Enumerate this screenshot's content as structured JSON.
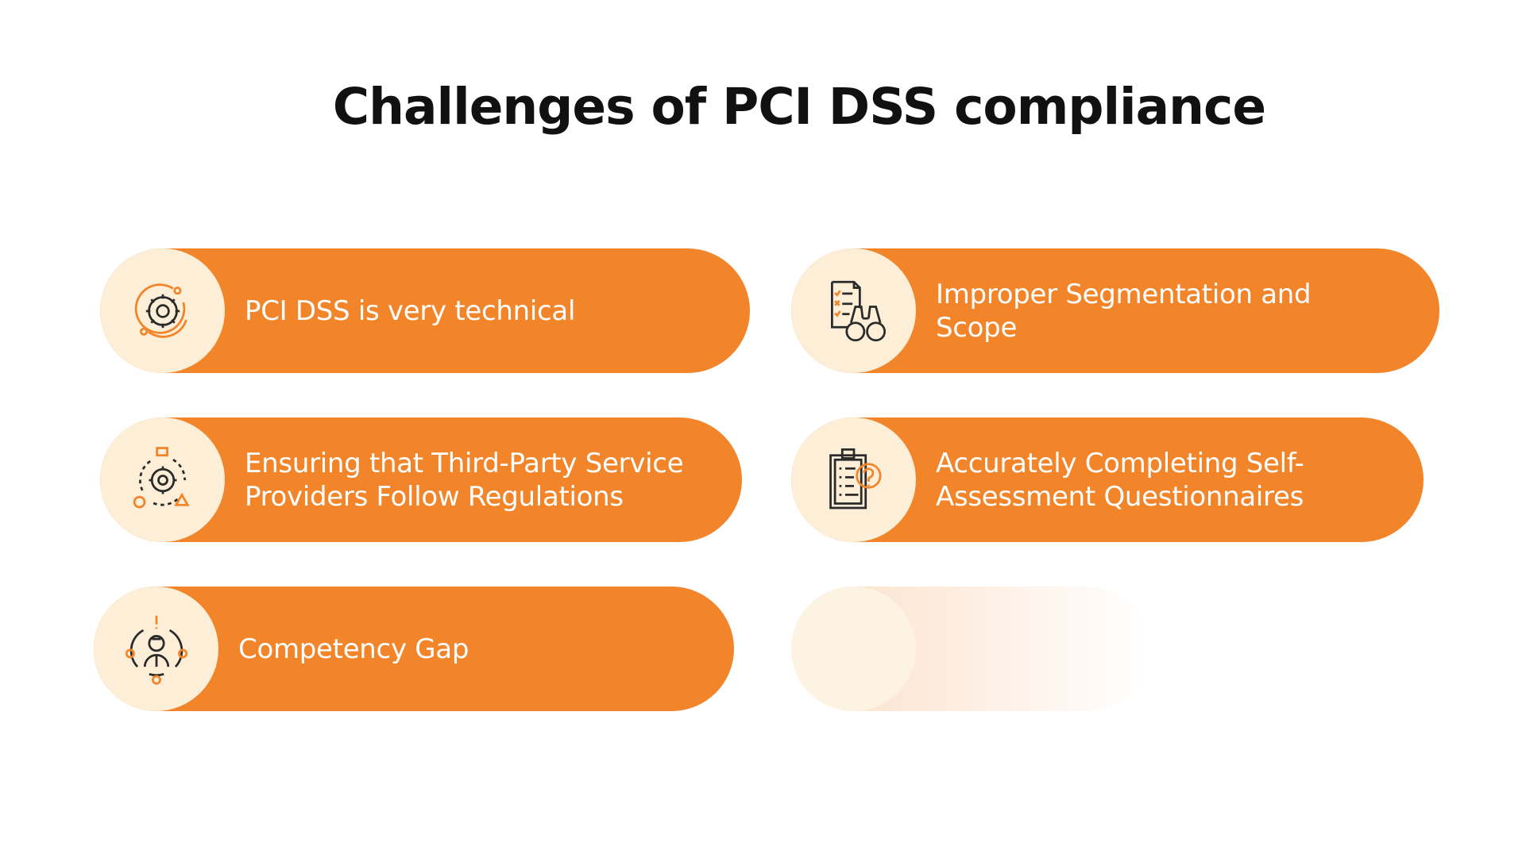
{
  "title": "Challenges of PCI DSS compliance",
  "items": [
    {
      "label_lines": [
        "PCI DSS is very technical",
        ""
      ],
      "icon": "gear-cycle-icon"
    },
    {
      "label_lines": [
        "Improper Segmentation and",
        "Scope"
      ],
      "icon": "checklist-binoculars-icon"
    },
    {
      "label_lines": [
        "Ensuring that Third-Party Service",
        "Providers Follow Regulations"
      ],
      "icon": "process-gear-icon"
    },
    {
      "label_lines": [
        "Accurately Completing Self-",
        "Assessment Questionnaires"
      ],
      "icon": "clipboard-question-icon"
    },
    {
      "label_lines": [
        "Competency Gap",
        ""
      ],
      "icon": "person-alert-icon"
    }
  ],
  "colors": {
    "pill": "#f2842a",
    "badge": "#fdefd7",
    "icon_dark": "#2a2a2a",
    "icon_accent": "#f2842a",
    "title": "#111111"
  }
}
